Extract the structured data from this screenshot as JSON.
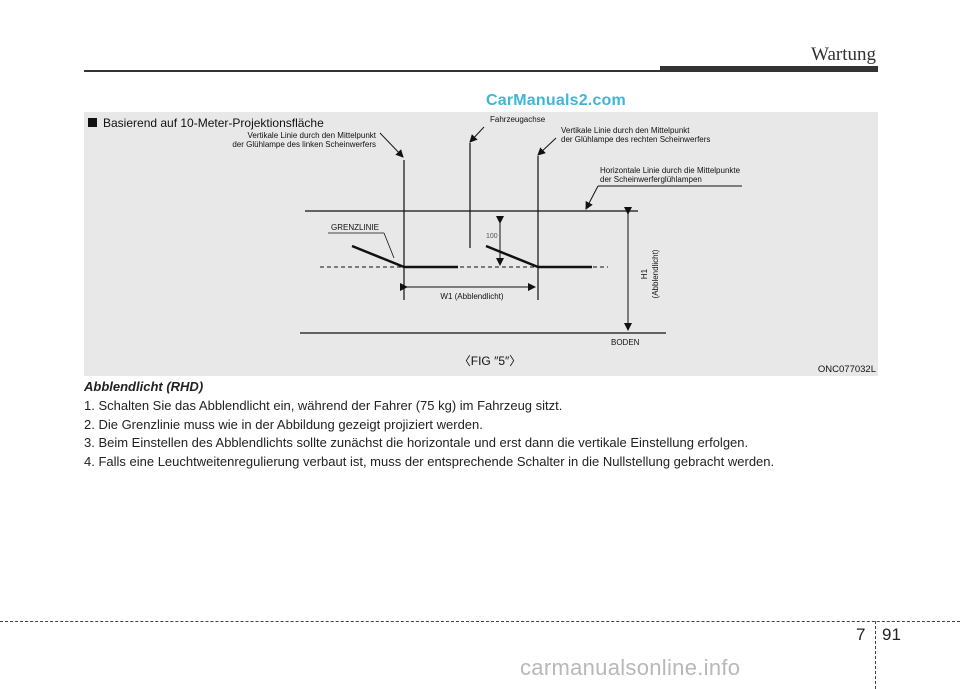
{
  "header": {
    "section_title": "Wartung"
  },
  "watermarks": {
    "top": "CarManuals2.com",
    "bottom": "carmanualsonline.info"
  },
  "figure": {
    "heading": "Basierend auf 10-Meter-Projektionsfläche",
    "label_left_line1": "Vertikale Linie durch den Mittelpunkt",
    "label_left_line2": "der Glühlampe des linken Scheinwerfers",
    "label_axis": "Fahrzeugachse",
    "label_right_line1": "Vertikale Linie durch den Mittelpunkt",
    "label_right_line2": "der Glühlampe des rechten Scheinwerfers",
    "label_horizontal_line1": "Horizontale Linie durch die Mittelpunkte",
    "label_horizontal_line2": "der Scheinwerferglühlampen",
    "label_cutoff": "GRENZLINIE",
    "label_100": "100",
    "label_w1": "W1 (Abblendlicht)",
    "label_h1_line1": "H1",
    "label_h1_line2": "(Abblendlicht)",
    "label_ground": "BODEN",
    "caption": "〈FIG ″5″〉",
    "code": "ONC077032L"
  },
  "instructions": {
    "title": "Abblendlicht (RHD)",
    "items": [
      "1. Schalten Sie das Abblendlicht ein, während der Fahrer (75 kg) im Fahrzeug sitzt.",
      "2. Die Grenzlinie muss wie in der Abbildung gezeigt projiziert werden.",
      "3. Beim Einstellen des Abblendlichts sollte zunächst die horizontale und erst dann die vertikale Einstellung erfolgen.",
      "4. Falls eine Leuchtweitenregulierung verbaut ist, muss der entsprechende Schalter in die Nullstellung gebracht werden."
    ]
  },
  "footer": {
    "chapter": "7",
    "page": "91"
  }
}
